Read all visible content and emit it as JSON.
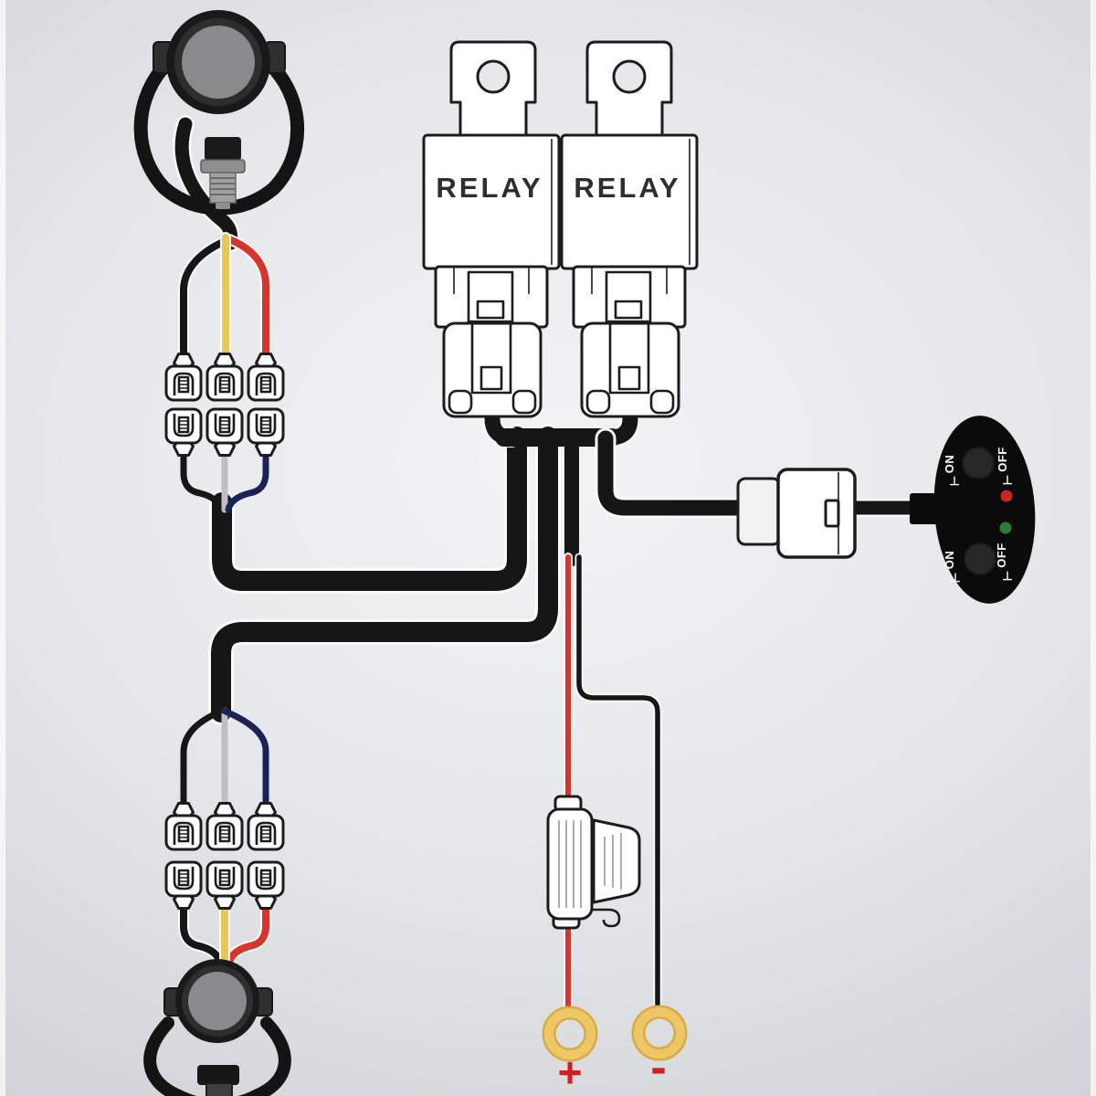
{
  "diagram": {
    "type": "wiring-harness",
    "relays": [
      {
        "label": "RELAY"
      },
      {
        "label": "RELAY"
      }
    ],
    "switch": {
      "buttons": [
        {
          "on": "ON",
          "off": "OFF",
          "symbol": "⊥"
        },
        {
          "on": "ON",
          "off": "OFF",
          "symbol": "⊥"
        }
      ],
      "leds": [
        {
          "name": "red-led",
          "color": "#c62828"
        },
        {
          "name": "green-led",
          "color": "#2e7d32"
        }
      ]
    },
    "terminals": {
      "positive": "+",
      "negative": "-"
    },
    "colors": {
      "wire_black": "#161616",
      "wire_red": "#d7342b",
      "wire_yellow": "#eac657",
      "wire_blue": "#1b2356",
      "wire_gray": "#bfbfc3",
      "ring_terminal": "#e9c05a",
      "polarity_label": "#d01f1f"
    }
  }
}
